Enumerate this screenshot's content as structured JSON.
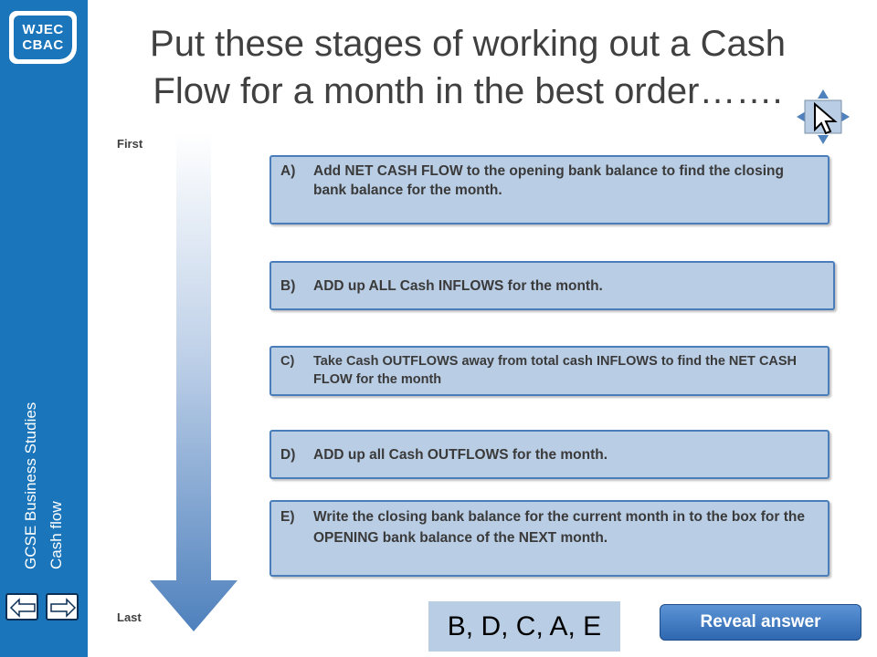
{
  "logo": {
    "line1": "WJEC",
    "line2": "CBAC"
  },
  "sidebar": {
    "subject": "GCSE Business Studies",
    "topic": "Cash flow"
  },
  "title": {
    "line1": "Put these stages of working out a Cash",
    "line2": "Flow for a month in the best order……."
  },
  "order_labels": {
    "first": "First",
    "last": "Last"
  },
  "cards": [
    {
      "letter": "A)",
      "text": "Add NET CASH FLOW to the opening bank balance to find the closing bank balance for the month."
    },
    {
      "letter": "B)",
      "text": "ADD up ALL Cash INFLOWS for the month."
    },
    {
      "letter": "C)",
      "text": "Take Cash OUTFLOWS away from total cash INFLOWS to find the NET CASH FLOW for the month"
    },
    {
      "letter": "D)",
      "text": "ADD up all Cash OUTFLOWS for the month."
    },
    {
      "letter": "E)",
      "text": "Write the closing bank balance for the current month in to the box for the OPENING bank balance of the NEXT month."
    }
  ],
  "answer": "B, D, C, A, E",
  "reveal_button": "Reveal answer",
  "colors": {
    "sidebar": "#1b75bb",
    "card_fill": "#b9cde5",
    "card_border": "#4a7ebb",
    "arrow": "#4f81bd"
  }
}
